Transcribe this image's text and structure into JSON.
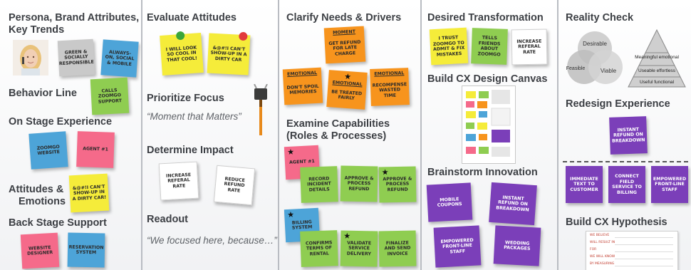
{
  "columns": {
    "c1": {
      "persona_heading": "Persona, Brand Attributes, Key Trends",
      "persona_notes": [
        "GREEN & SOCIALLY RESPONSIBLE",
        "ALWAYS-ON, SOCIAL & MOBILE"
      ],
      "behavior_heading": "Behavior Line",
      "behavior_note": "CALLS ZOOMGO SUPPORT",
      "onstage_heading": "On Stage Experience",
      "onstage_notes": [
        "ZOOMGO WEBSITE",
        "AGENT #1"
      ],
      "attitudes_heading_1": "Attitudes &",
      "attitudes_heading_2": "Emotions",
      "attitudes_note": "&@#!I CAN'T SHOW-UP IN A DIRTY CAR!",
      "backstage_heading": "Back Stage Support",
      "backstage_notes": [
        "WEBSITE DESIGNER",
        "RESERVATION SYSTEM"
      ]
    },
    "c2": {
      "evaluate_heading": "Evaluate Attitudes",
      "evaluate_notes": [
        "I WILL LOOK SO COOL IN THAT COOL!",
        "&@#!I CAN'T SHOW-UP IN A DIRTY CAR"
      ],
      "prioritize_heading": "Prioritize Focus",
      "prioritize_quote": "“Moment that Matters”",
      "impact_heading": "Determine Impact",
      "impact_notes": [
        "INCREASE REFERAL RATE",
        "REDUCE REFUND RATE"
      ],
      "readout_heading": "Readout",
      "readout_quote": "“We focused here, because…”"
    },
    "c3": {
      "clarify_heading": "Clarify Needs & Drivers",
      "moment_note_tag": "MOMENT",
      "moment_note": "GET REFUND FOR LATE CHARGE",
      "emotional_tag": "EMOTIONAL",
      "emotional_notes": [
        "DON'T SPOIL MEMORIES",
        "BE TREATED FAIRLY",
        "RECOMPENSE WASTED TIME"
      ],
      "examine_heading_1": "Examine Capabilities",
      "examine_heading_2": "(Roles & Processes)",
      "agent_note": "AGENT #1",
      "agent_notes": [
        "RECORD INCIDENT DETAILS",
        "APPROVE & PROCESS REFUND",
        "APPROVE & PROCESS REFUND"
      ],
      "billing_note": "BILLING SYSTEM",
      "billing_notes": [
        "CONFIRMS TERMS OF RENTAL",
        "VALIDATE SERVICE DELIVERY",
        "FINALIZE AND SEND INVOICE"
      ]
    },
    "c4": {
      "desired_heading": "Desired Transformation",
      "desired_notes": [
        "I TRUST ZOOMGO TO ADMIT & FIX MISTAKES",
        "TELLS FRIENDS ABOUT ZOOMGO",
        "INCREASE REFERAL RATE"
      ],
      "canvas_heading": "Build CX Design Canvas",
      "brainstorm_heading": "Brainstorm Innovation",
      "brainstorm_notes": [
        "MOBILE COUPONS",
        "INSTANT REFUND ON BREAKDOWN",
        "EMPOWERED FRONT-LINE STAFF",
        "WEDDING PACKAGES"
      ]
    },
    "c5": {
      "reality_heading": "Reality Check",
      "venn_labels": [
        "Desirable",
        "Feasible",
        "Viable"
      ],
      "pyramid_labels": [
        "Meaningful emotional",
        "Useable effortless",
        "Useful functional"
      ],
      "redesign_heading": "Redesign Experience",
      "redesign_note": "INSTANT REFUND ON BREAKDOWN",
      "redesign_row": [
        "IMMEDIATE TEXT TO CUSTOMER",
        "CONNECT FIELD SERVICE TO BILLING",
        "EMPOWERED FRONT-LINE STAFF"
      ],
      "hypothesis_heading": "Build CX Hypothesis",
      "hypothesis_lines": [
        "WE BELIEVE",
        "WILL RESULT IN",
        "FOR",
        "WE WILL KNOW",
        "BY MEASURING"
      ]
    }
  },
  "colors": {
    "yellow": "#f5ec3a",
    "green": "#8fcd51",
    "blue": "#4da4d8",
    "pink": "#f56a8a",
    "orange": "#f7941d",
    "purple": "#7b3fb9",
    "gray": "#c9c9c9",
    "white": "#ffffff"
  },
  "icons": [
    "persona-photo",
    "pushpin-green-icon",
    "pushpin-red-icon",
    "binder-clip-icon",
    "star-icon",
    "venn-diagram",
    "pyramid-diagram",
    "canvas-thumbnail",
    "hypothesis-form"
  ]
}
